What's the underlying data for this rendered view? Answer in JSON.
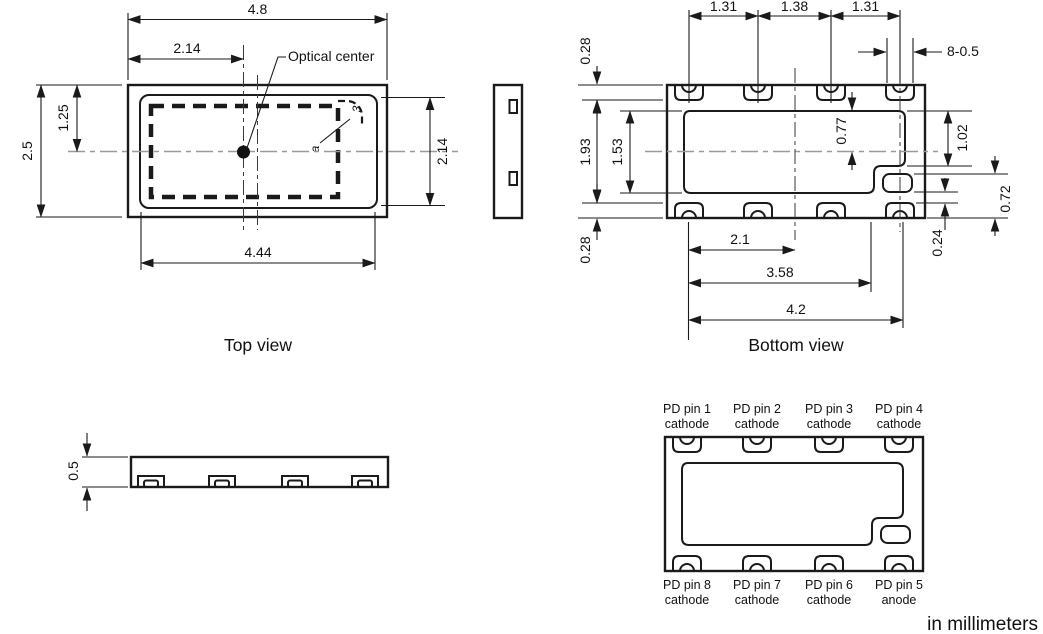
{
  "units_note": "in millimeters",
  "top_view": {
    "label": "Top view",
    "optical_center_label": "Optical center",
    "dim_width": "4.8",
    "dim_optical_x": "2.14",
    "dim_height": "2.5",
    "dim_optical_y": "1.25",
    "dim_inner_height": "2.14",
    "dim_inner_width": "4.44",
    "corner_note": "3",
    "area_note": "a"
  },
  "bottom_view": {
    "label": "Bottom view",
    "dim_pitch_1": "1.31",
    "dim_pitch_2": "1.38",
    "dim_pitch_3": "1.31",
    "dim_pads": "8-0.5",
    "dim_edge_top": "0.28",
    "dim_pad_inner_span": "1.93",
    "dim_cavity_height": "1.53",
    "dim_center_offset": "0.77",
    "dim_step_depth": "1.02",
    "dim_anode_to_edge": "0.72",
    "dim_anode_gap": "0.24",
    "dim_edge_bottom": "0.28",
    "dim_span_center": "2.1",
    "dim_span_anode": "3.58",
    "dim_span_total": "4.2"
  },
  "front_view": {
    "dim_height": "0.5"
  },
  "pin_diagram": {
    "pins_top": [
      {
        "line1": "PD pin 1",
        "line2": "cathode"
      },
      {
        "line1": "PD pin 2",
        "line2": "cathode"
      },
      {
        "line1": "PD pin 3",
        "line2": "cathode"
      },
      {
        "line1": "PD pin 4",
        "line2": "cathode"
      }
    ],
    "pins_bottom": [
      {
        "line1": "PD pin 8",
        "line2": "cathode"
      },
      {
        "line1": "PD pin 7",
        "line2": "cathode"
      },
      {
        "line1": "PD pin 6",
        "line2": "cathode"
      },
      {
        "line1": "PD pin 5",
        "line2": "anode"
      }
    ]
  }
}
